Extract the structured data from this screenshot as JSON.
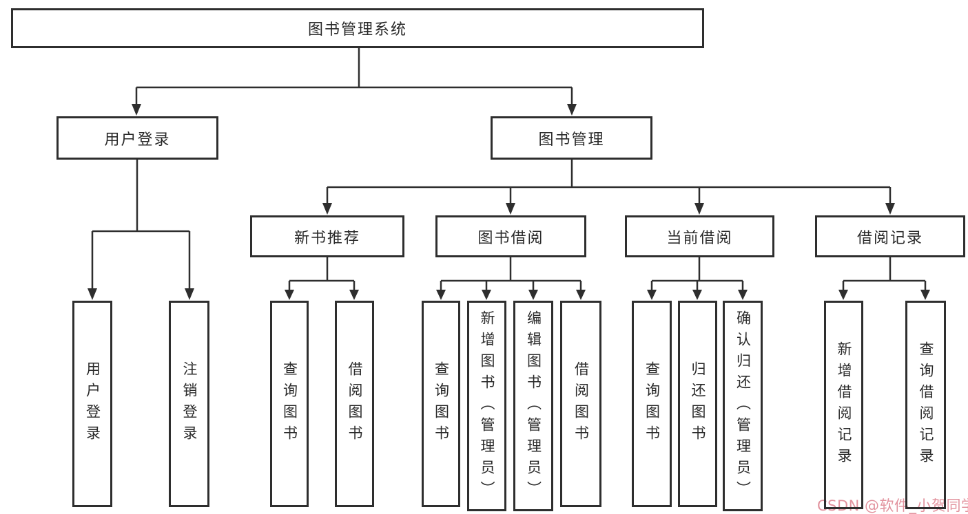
{
  "title": "图书管理系统",
  "colors": {
    "line": "#2e2e2e",
    "text": "#2a2a2a",
    "background": "#ffffff",
    "watermark": "#e2939e"
  },
  "nodes": {
    "root": {
      "label": "图书管理系统"
    },
    "user_login": {
      "label": "用户登录"
    },
    "book_mgmt": {
      "label": "图书管理"
    },
    "new_book_rec": {
      "label": "新书推荐"
    },
    "book_borrow": {
      "label": "图书借阅"
    },
    "current_borrow": {
      "label": "当前借阅"
    },
    "borrow_records": {
      "label": "借阅记录"
    },
    "leaf_user_login": {
      "label": "用户登录"
    },
    "leaf_logout": {
      "label": "注销登录"
    },
    "leaf_nbr_query": {
      "label": "查询图书"
    },
    "leaf_nbr_borrow": {
      "label": "借阅图书"
    },
    "leaf_bb_query": {
      "label": "查询图书"
    },
    "leaf_bb_add": {
      "label": "新增图书（管理员）"
    },
    "leaf_bb_edit": {
      "label": "编辑图书（管理员）"
    },
    "leaf_bb_borrow": {
      "label": "借阅图书"
    },
    "leaf_cb_query": {
      "label": "查询图书"
    },
    "leaf_cb_return": {
      "label": "归还图书"
    },
    "leaf_cb_confirm": {
      "label": "确认归还（管理员）"
    },
    "leaf_br_add": {
      "label": "新增借阅记录"
    },
    "leaf_br_query": {
      "label": "查询借阅记录"
    }
  },
  "hierarchy": {
    "root": "图书管理系统",
    "children": [
      {
        "label": "用户登录",
        "children": [
          "用户登录",
          "注销登录"
        ]
      },
      {
        "label": "图书管理",
        "children": [
          {
            "label": "新书推荐",
            "children": [
              "查询图书",
              "借阅图书"
            ]
          },
          {
            "label": "图书借阅",
            "children": [
              "查询图书",
              "新增图书（管理员）",
              "编辑图书（管理员）",
              "借阅图书"
            ]
          },
          {
            "label": "当前借阅",
            "children": [
              "查询图书",
              "归还图书",
              "确认归还（管理员）"
            ]
          },
          {
            "label": "借阅记录",
            "children": [
              "新增借阅记录",
              "查询借阅记录"
            ]
          }
        ]
      }
    ]
  },
  "watermark": {
    "text": "CSDN @软件_小贺同学"
  }
}
